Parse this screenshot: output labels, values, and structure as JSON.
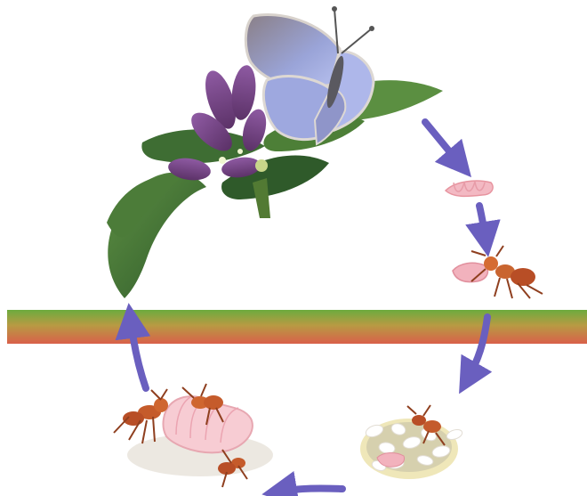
{
  "diagram": {
    "type": "life-cycle",
    "stages": [
      {
        "id": "adult-butterfly",
        "icon": "butterfly-icon"
      },
      {
        "id": "caterpillar",
        "icon": "caterpillar-icon"
      },
      {
        "id": "ant-carrying-caterpillar",
        "icon": "ant-icon"
      },
      {
        "id": "ant-nest-brood",
        "icon": "ant-nest-icon"
      },
      {
        "id": "larva-tended-by-ants",
        "icon": "larva-icon"
      }
    ],
    "host_plant": "gentian-flower-icon",
    "ground_band": {
      "top_color": "#6cab3e",
      "bottom_color": "#d9604a"
    },
    "arrow_color": "#6a5fbf"
  }
}
